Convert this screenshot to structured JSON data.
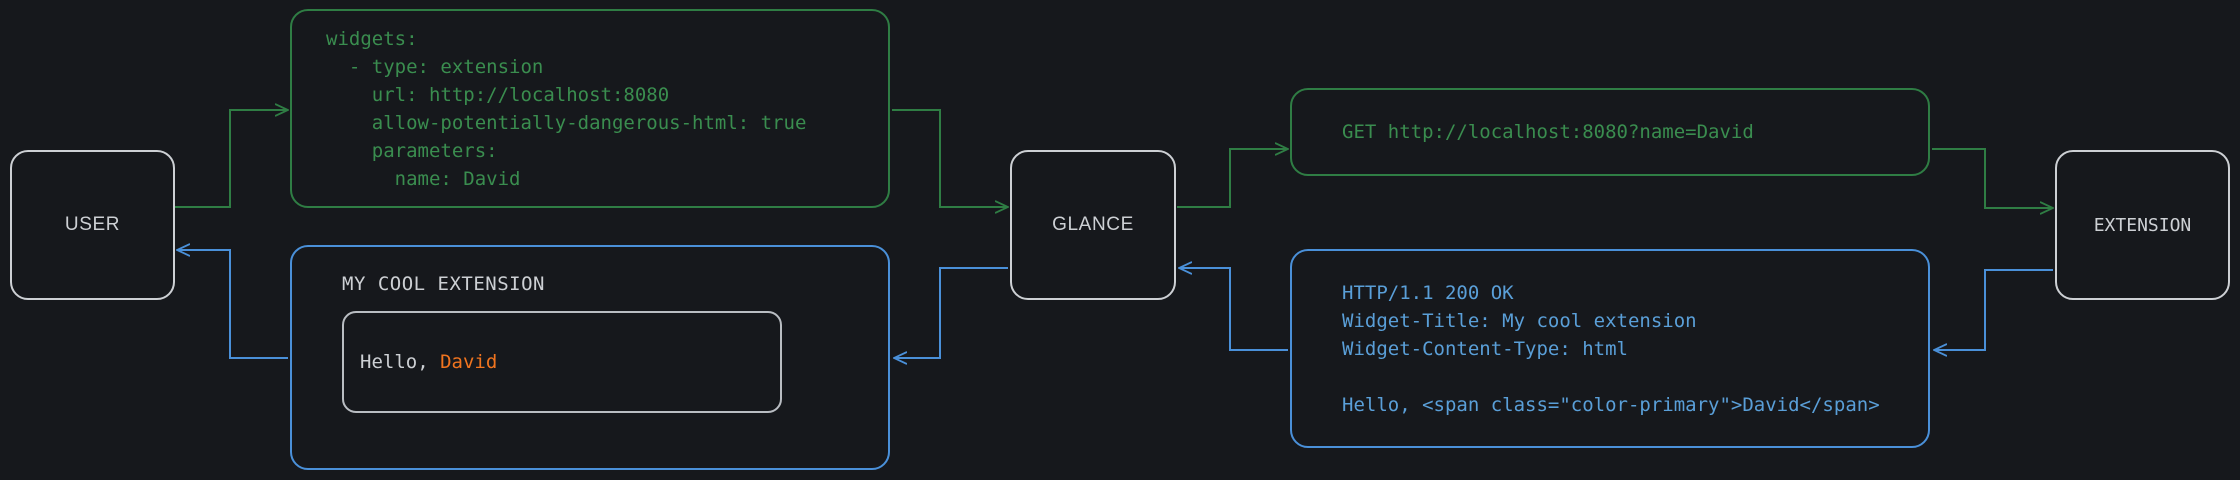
{
  "theme": {
    "background": "#16181c",
    "node_border": "#cdd0d4",
    "request_color": "#2f7d44",
    "request_text": "#3a8d4f",
    "response_color": "#4a90d9",
    "response_text": "#5a9fd8",
    "accent_color": "#f0741f",
    "neutral_text": "#cdd0d4"
  },
  "nodes": {
    "user": {
      "label": "USER"
    },
    "glance": {
      "label": "GLANCE"
    },
    "extension": {
      "label": "EXTENSION"
    }
  },
  "panels": {
    "config": {
      "kind": "yaml-config",
      "color": "#2f7d44",
      "text": "widgets:\n  - type: extension\n    url: http://localhost:8080\n    allow-potentially-dangerous-html: true\n    parameters:\n      name: David"
    },
    "request": {
      "kind": "http-request",
      "color": "#2f7d44",
      "text": "GET http://localhost:8080?name=David"
    },
    "response": {
      "kind": "http-response",
      "color": "#4a90d9",
      "text": "HTTP/1.1 200 OK\nWidget-Title: My cool extension\nWidget-Content-Type: html\n\nHello, <span class=\"color-primary\">David</span>"
    },
    "widget": {
      "kind": "rendered-widget",
      "color": "#4a90d9",
      "title": "MY COOL EXTENSION",
      "body_prefix": "Hello, ",
      "body_accent": "David"
    }
  },
  "edges": [
    {
      "name": "user-to-config",
      "direction": "request",
      "color": "#2f7d44",
      "from": "user",
      "to": "config"
    },
    {
      "name": "config-to-glance",
      "direction": "request",
      "color": "#2f7d44",
      "from": "config",
      "to": "glance"
    },
    {
      "name": "glance-to-request",
      "direction": "request",
      "color": "#2f7d44",
      "from": "glance",
      "to": "request"
    },
    {
      "name": "request-to-extension",
      "direction": "request",
      "color": "#2f7d44",
      "from": "request",
      "to": "extension"
    },
    {
      "name": "extension-to-response",
      "direction": "response",
      "color": "#4a90d9",
      "from": "extension",
      "to": "response"
    },
    {
      "name": "response-to-glance",
      "direction": "response",
      "color": "#4a90d9",
      "from": "response",
      "to": "glance"
    },
    {
      "name": "glance-to-widget",
      "direction": "response",
      "color": "#4a90d9",
      "from": "glance",
      "to": "widget"
    },
    {
      "name": "widget-to-user",
      "direction": "response",
      "color": "#4a90d9",
      "from": "widget",
      "to": "user"
    }
  ]
}
